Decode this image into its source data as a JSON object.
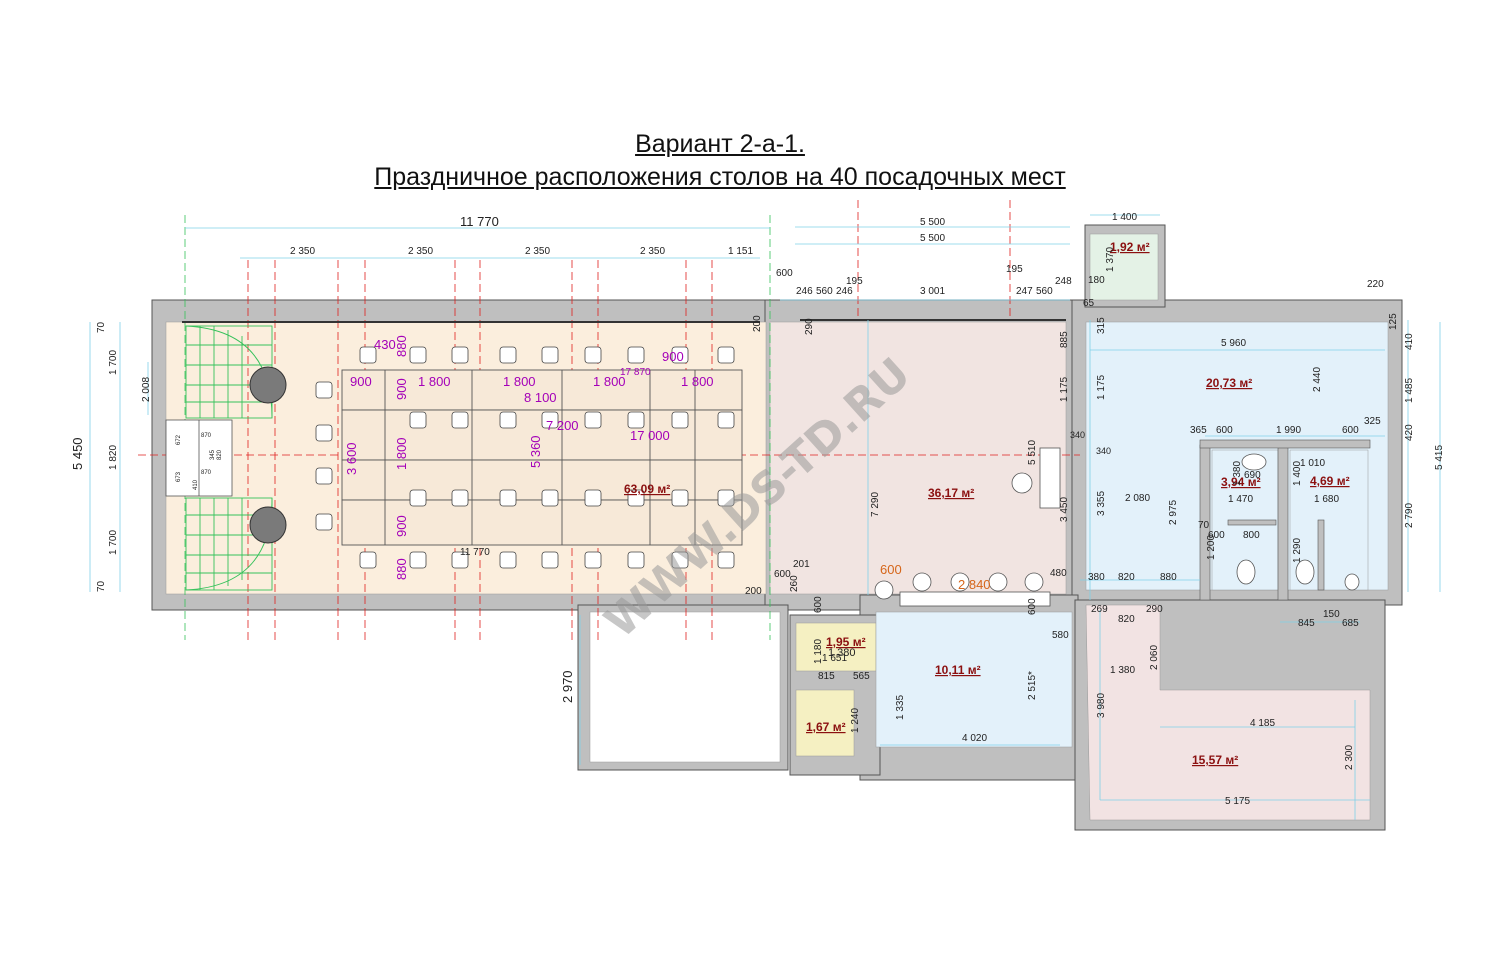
{
  "title": {
    "line1": "Вариант 2-а-1.",
    "line2": "Праздничное  расположения   столов на 40 посадочных мест"
  },
  "watermark": "WWW.DS-TD.RU",
  "colors": {
    "wall": "#bfbfbf",
    "hall": "#fbeedd",
    "lobby": "#f1e4e1",
    "blue_room": "#e3f1fa",
    "green_room": "#e4f2e6",
    "yellow_room": "#f5f0c2",
    "pink_room": "#f2e3e3",
    "dim_line": "#7fd0e8",
    "axis_red": "#e0201f",
    "axis_green": "#35c15a",
    "magenta_text": "#a400b8",
    "area_text": "#8b1010"
  },
  "areas": {
    "hall": "63,09 м²",
    "lobby": "36,17 м²",
    "room_1_92": "1,92 м²",
    "room_20_73": "20,73 м²",
    "room_3_94": "3,94 м²",
    "room_4_69": "4,69 м²",
    "room_1_95": "1,95 м²",
    "room_1_67": "1,67 м²",
    "room_10_11": "10,11 м²",
    "room_15_57": "15,57 м²"
  },
  "dims": {
    "top_total": "11 770",
    "top_5500_a": "5 500",
    "top_5500_b": "5 500",
    "top_1400": "1 400",
    "seg_2350_1": "2 350",
    "seg_2350_2": "2 350",
    "seg_2350_3": "2 350",
    "seg_2350_4": "2 350",
    "seg_1151": "1 151",
    "d600_top": "600",
    "d195_a": "195",
    "d195_b": "195",
    "d248": "248",
    "d246_a": "246",
    "d560_a": "560",
    "d246_b": "246",
    "d3001": "3 001",
    "d247": "247",
    "d560_b": "560",
    "d180": "180",
    "d1370": "1 370",
    "d65": "65",
    "d220": "220",
    "d315": "315",
    "d5960": "5 960",
    "d125": "125",
    "d410": "410",
    "d1485": "1 485",
    "d325": "325",
    "d420": "420",
    "d5415": "5 415",
    "d2790": "2 790",
    "d5450": "5 450",
    "d70_a": "70",
    "d1700_a": "1 700",
    "d1820": "1 820",
    "d1700_b": "1 700",
    "d70_b": "70",
    "d2008": "2 008",
    "d885": "885",
    "d1175_a": "1 175",
    "d1175_b": "1 175",
    "d340": "340",
    "d5510": "5 510",
    "d3450": "3 450",
    "d7290": "7 290",
    "d2440": "2 440",
    "d365": "365",
    "d600_r1": "600",
    "d1990": "1 990",
    "d600_r2": "600",
    "d690": "690",
    "d1010": "1 010",
    "d1380_a": "1 380",
    "d1470": "1 470",
    "d1400": "1 400",
    "d1680": "1 680",
    "d3355": "3 355",
    "d2080": "2 080",
    "d2975": "2 975",
    "d70_c": "70",
    "d600_c": "600",
    "d800": "800",
    "d1200": "1 200",
    "d1290": "1 290",
    "d380": "380",
    "d820_a": "820",
    "d880": "880",
    "d480": "480",
    "d269": "269",
    "d820_b": "820",
    "d290_b": "290",
    "d845": "845",
    "d150": "150",
    "d685": "685",
    "d2060": "2 060",
    "d1380_b": "1 380",
    "d3980": "3 980",
    "d4185": "4 185",
    "d2300": "2 300",
    "d5175": "5 175",
    "d600_l": "600",
    "d201": "201",
    "d260": "260",
    "d600_v": "600",
    "d1380_c": "1 380",
    "d1180": "1 180",
    "d1651": "1 651",
    "d815": "815",
    "d565": "565",
    "d1240": "1 240",
    "d2970": "2 970",
    "d1335": "1 335",
    "d4020": "4 020",
    "d2515": "2 515*",
    "d580": "580",
    "d600_k": "600",
    "d200_a": "200",
    "d200_b": "200",
    "d290_a": "290",
    "d11770_b": "11 770",
    "s672": "672",
    "s870_a": "870",
    "s345": "345",
    "s820": "820",
    "s673": "673",
    "s410": "410",
    "s870_b": "870"
  },
  "hall_dims": {
    "h430": "430",
    "h880_a": "880",
    "h900_a": "900",
    "h900_b": "900",
    "h1800_a": "1 800",
    "h1800_b": "1 800",
    "h1800_c": "1 800",
    "h1800_d": "1 800",
    "h900_c": "900",
    "h17870": "17 870",
    "h8100": "8 100",
    "h7200": "7 200",
    "h17000": "17 000",
    "h3600": "3 600",
    "h1800_v": "1 800",
    "h5360": "5 360",
    "h900_d": "900",
    "h880_b": "880"
  },
  "lobby_dims": {
    "o600": "600",
    "o2840": "2 840"
  }
}
